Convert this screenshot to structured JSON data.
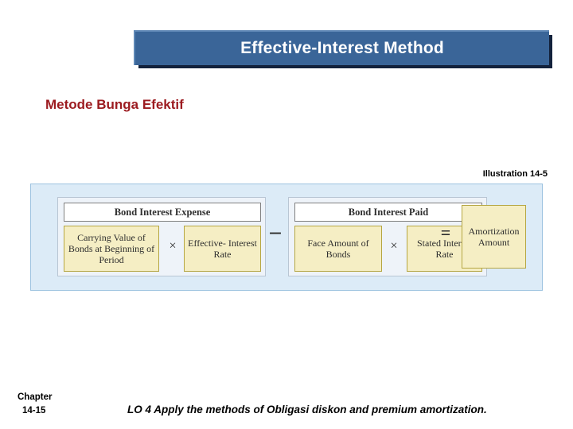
{
  "slide": {
    "title": "Effective-Interest Method",
    "subtitle": "Metode Bunga Efektif",
    "illustration_label": "Illustration 14-5",
    "colors": {
      "title_bar": "#3a6598",
      "title_shadow": "#13223c",
      "subtitle_text": "#9c1b20",
      "panel_background": "#dcebf7",
      "panel_border": "#9dc3e0",
      "group_background": "#eef3f9",
      "yellow_box": "#f5eec4",
      "yellow_border": "#b5a642"
    }
  },
  "diagram": {
    "groups": [
      {
        "header": "Bond Interest Expense",
        "left_box": "Carrying Value of Bonds at Beginning of Period",
        "operator": "×",
        "right_box": "Effective- Interest Rate"
      },
      {
        "header": "Bond Interest Paid",
        "left_box": "Face Amount of Bonds",
        "operator": "×",
        "right_box": "Stated Interest Rate"
      }
    ],
    "minus_operator": "–",
    "equals_operator": "=",
    "result_box": "Amortization Amount"
  },
  "footer": {
    "chapter_word": "Chapter",
    "chapter_number": "14-15",
    "learning_objective": "LO 4  Apply the methods of Obligasi diskon and premium amortization."
  }
}
